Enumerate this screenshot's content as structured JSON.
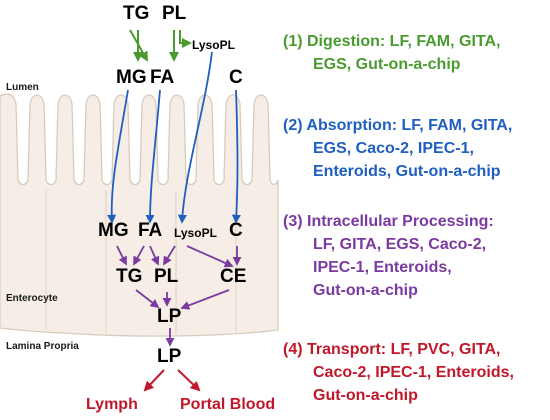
{
  "diagram": {
    "lumen_inputs": {
      "tg": "TG",
      "pl": "PL",
      "lyso": "LysoPL"
    },
    "lumen_products": {
      "mg": "MG",
      "fa": "FA",
      "c": "C"
    },
    "enterocyte_uptake": {
      "mg": "MG",
      "fa": "FA",
      "lyso": "LysoPL",
      "c": "C"
    },
    "resynthesis": {
      "tg": "TG",
      "pl": "PL",
      "ce": "CE"
    },
    "lp_cell": "LP",
    "lp_lamina": "LP",
    "outputs": {
      "lymph": "Lymph",
      "portal": "Portal Blood"
    },
    "zones": {
      "lumen": "Lumen",
      "enterocyte": "Enterocyte",
      "lamina": "Lamina Propria"
    },
    "colors": {
      "green": "#4a9b2f",
      "blue": "#1f5fbf",
      "purple": "#7a3aa0",
      "red": "#c0182a",
      "villus_fill": "#f6eee6",
      "villus_stroke": "#d8cbbd"
    }
  },
  "steps": [
    {
      "color": "#4a9b2f",
      "lines": [
        "(1) Digestion: LF, FAM, GITA,",
        "EGS, Gut-on-a-chip"
      ]
    },
    {
      "color": "#1f5fbf",
      "lines": [
        "(2) Absorption: LF, FAM, GITA,",
        "EGS, Caco-2, IPEC-1,",
        "Enteroids, Gut-on-a-chip"
      ]
    },
    {
      "color": "#7a3aa0",
      "lines": [
        "(3) Intracellular Processing:",
        "LF, GITA, EGS, Caco-2,",
        "IPEC-1, Enteroids,",
        "Gut-on-a-chip"
      ]
    },
    {
      "color": "#c0182a",
      "lines": [
        "(4) Transport: LF, PVC, GITA,",
        "Caco-2, IPEC-1, Enteroids,",
        "Gut-on-a-chip"
      ]
    }
  ]
}
